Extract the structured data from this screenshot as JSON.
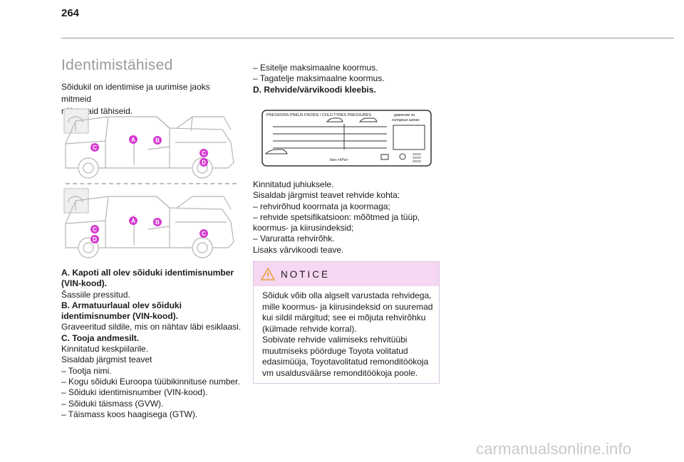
{
  "page": {
    "number": "264"
  },
  "section": {
    "title": "Identimistähised",
    "intro_lines": [
      "Sõidukil on identimise ja uurimise jaoks mitmeid",
      "nähtavaid tähiseid."
    ]
  },
  "figures": {
    "markers_top": [
      "A",
      "B",
      "C",
      "C",
      "D"
    ],
    "markers_bottom": [
      "A",
      "B",
      "C",
      "C",
      "D"
    ],
    "tire_label": {
      "header": "PRESSIONS PNEUS FROIDS / COLD TYRES PRESSURES",
      "cyrillic_1": "давление на",
      "cyrillic_2": "холодных шинах",
      "units": "bars   <kPa>",
      "code_1": "XXXX",
      "code_2": "XXXX",
      "code_3": "XXXX"
    }
  },
  "left_text": {
    "a_title_1": "A. Kapoti all olev sõiduki identimisnumber",
    "a_title_2": "(VIN-kood).",
    "a_desc": "Šassiile pressitud.",
    "b_title_1": "B. Armatuurlaual olev sõiduki",
    "b_title_2": "identimisnumber (VIN-kood).",
    "b_desc": "Graveeritud sildile, mis on nähtav läbi esiklaasi.",
    "c_title": "C. Tooja andmesilt.",
    "c_desc_1": "Kinnitatud keskpiilarile.",
    "c_desc_2": "Sisaldab järgmist teavet",
    "items": [
      "–  Tootja nimi.",
      "–  Kogu sõiduki Euroopa tüübikinnituse number.",
      "–  Sõiduki identimisnumber (VIN-kood).",
      "–  Sõiduki täismass (GVW).",
      "–  Täismass koos haagisega (GTW)."
    ]
  },
  "right_text": {
    "items_top": [
      "–  Esitelje maksimaalne koormus.",
      "–  Tagatelje maksimaalne koormus."
    ],
    "d_title": "D. Rehvide/värvikoodi kleebis.",
    "lines": [
      "Kinnitatud juhiuksele.",
      "Sisaldab järgmist teavet rehvide kohta:",
      "–  rehvirõhud koormata ja koormaga;",
      "–  rehvide spetsifikatsioon: mõõtmed ja tüüp,",
      "koormus- ja kiirusindeksid;",
      "–  Varuratta rehvirõhk.",
      "Lisaks värvikoodi teave."
    ]
  },
  "notice": {
    "title": "NOTICE",
    "lines": [
      "Sõiduk võib olla algselt varustada rehvidega,",
      "mille koormus- ja kiirusindeksid on suuremad",
      "kui sildil märgitud; see ei mõjuta rehvirõhku",
      "(külmade rehvide korral).",
      "Sobivate rehvide valimiseks rehvitüübi",
      "muutmiseks pöörduge Toyota volitatud",
      "edasimüüja, Toyotavolitatud remonditöökoja",
      "vm usaldusväärse remonditöökoja poole."
    ]
  },
  "watermark": {
    "text": "carmanualsonline.info"
  },
  "colors": {
    "marker": "#d63bd1",
    "title_gray": "#9a9a9a",
    "notice_bg": "#f6d7f1",
    "warning_orange": "#e8a23a"
  }
}
